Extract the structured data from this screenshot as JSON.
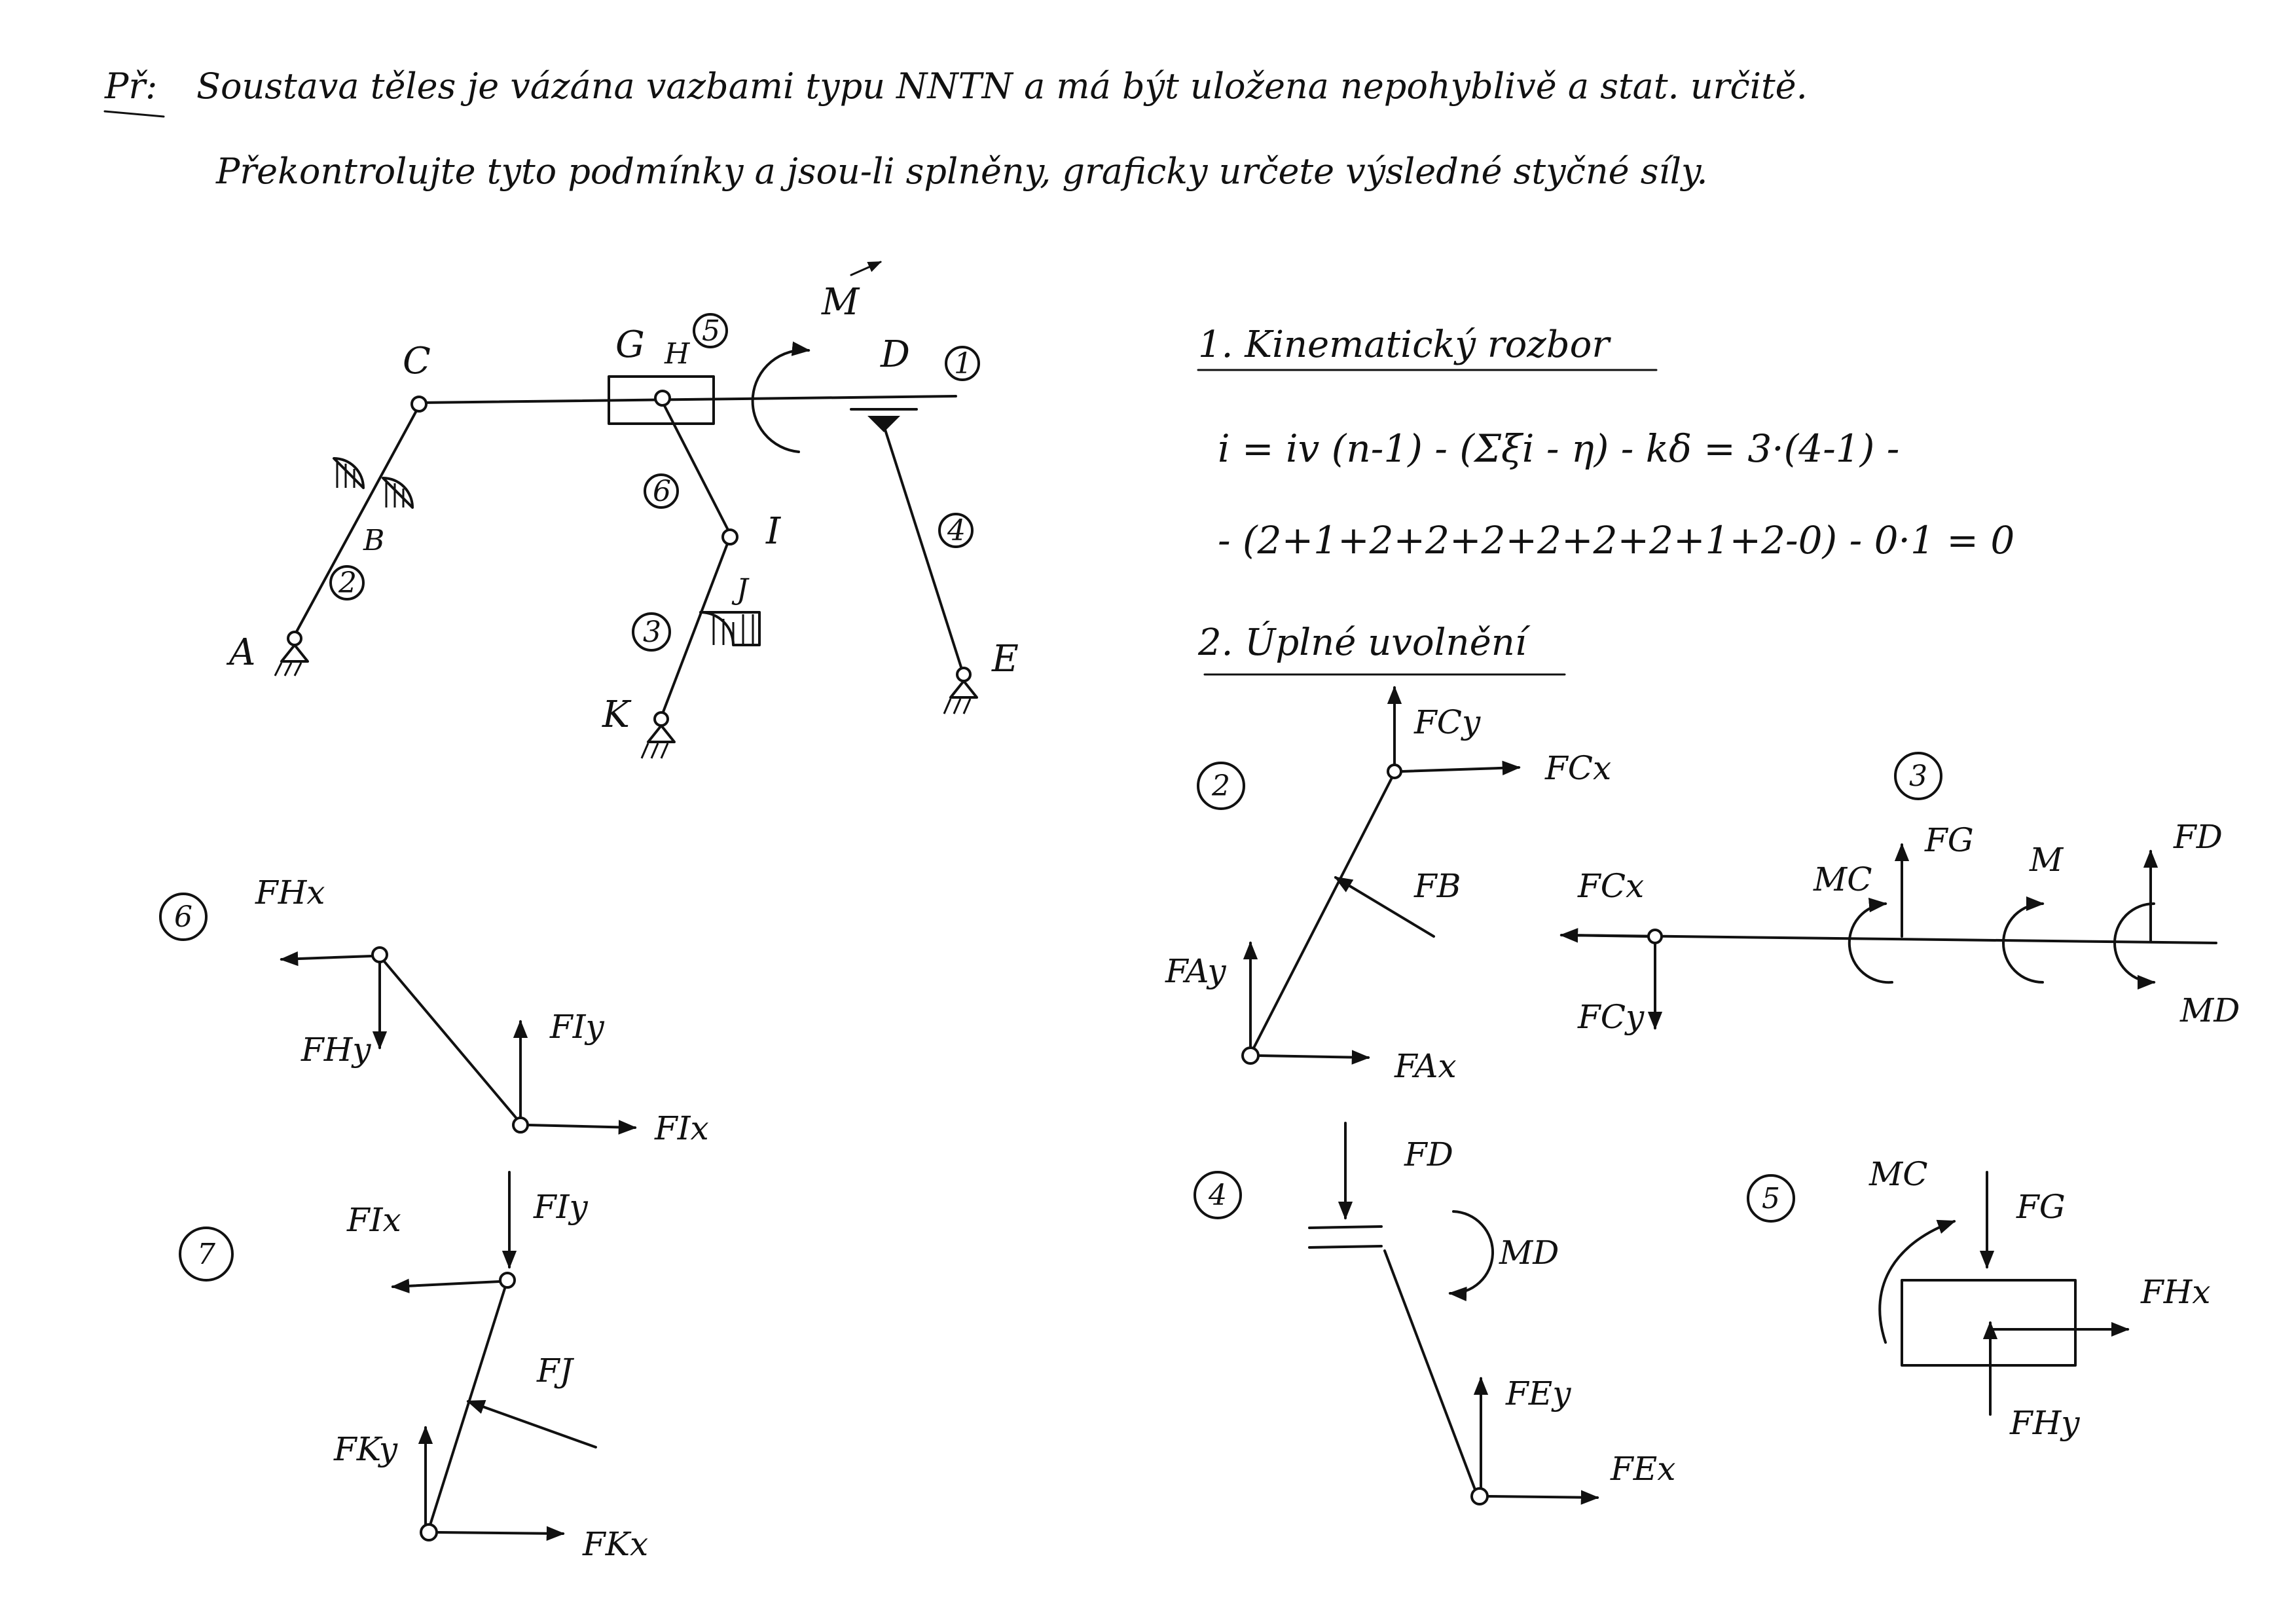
{
  "header": {
    "label": "Př:",
    "line1": "Soustava těles je vázána vazbami typu NNTN a má být uložena nepohyblivě a stat. určitě.",
    "line2": "Překontrolujte tyto podmínky a jsou-li splněny, graficky určete výsledné styčné síly."
  },
  "diagram": {
    "points": [
      "A",
      "B",
      "C",
      "G",
      "H",
      "D",
      "E",
      "I",
      "J",
      "K"
    ],
    "body_numbers": [
      "1",
      "2",
      "3",
      "4",
      "5",
      "6"
    ],
    "moment_label": "M"
  },
  "kinematics": {
    "title": "1. Kinematický rozbor",
    "eq1": "i = iv (n-1) - (Σξi - η) - kδ = 3·(4-1) -",
    "eq2": "- (2+1+2+2+2+2+2+2+1+2-0) - 0·1 = 0"
  },
  "release": {
    "title": "2. Úplné uvolnění"
  },
  "fbd2": {
    "num": "2",
    "FCy": "FCy",
    "FCx": "FCx",
    "FB": "FB",
    "FAy": "FAy",
    "FAx": "FAx"
  },
  "fbd3": {
    "num": "3",
    "FCx": "FCx",
    "FCy": "FCy",
    "MC": "MC",
    "FG": "FG",
    "M": "M",
    "FD": "FD",
    "MD": "MD"
  },
  "fbd6": {
    "num": "6",
    "FHx": "FHx",
    "FHy": "FHy",
    "FIy": "FIy",
    "FIx": "FIx"
  },
  "fbd7": {
    "num": "7",
    "FIx": "FIx",
    "FIy": "FIy",
    "FJ": "FJ",
    "FKy": "FKy",
    "FKx": "FKx"
  },
  "fbd4": {
    "num": "4",
    "FD": "FD",
    "MD": "MD",
    "FEy": "FEy",
    "FEx": "FEx"
  },
  "fbd5": {
    "num": "5",
    "MC": "MC",
    "FG": "FG",
    "FHx": "FHx",
    "FHy": "FHy"
  }
}
